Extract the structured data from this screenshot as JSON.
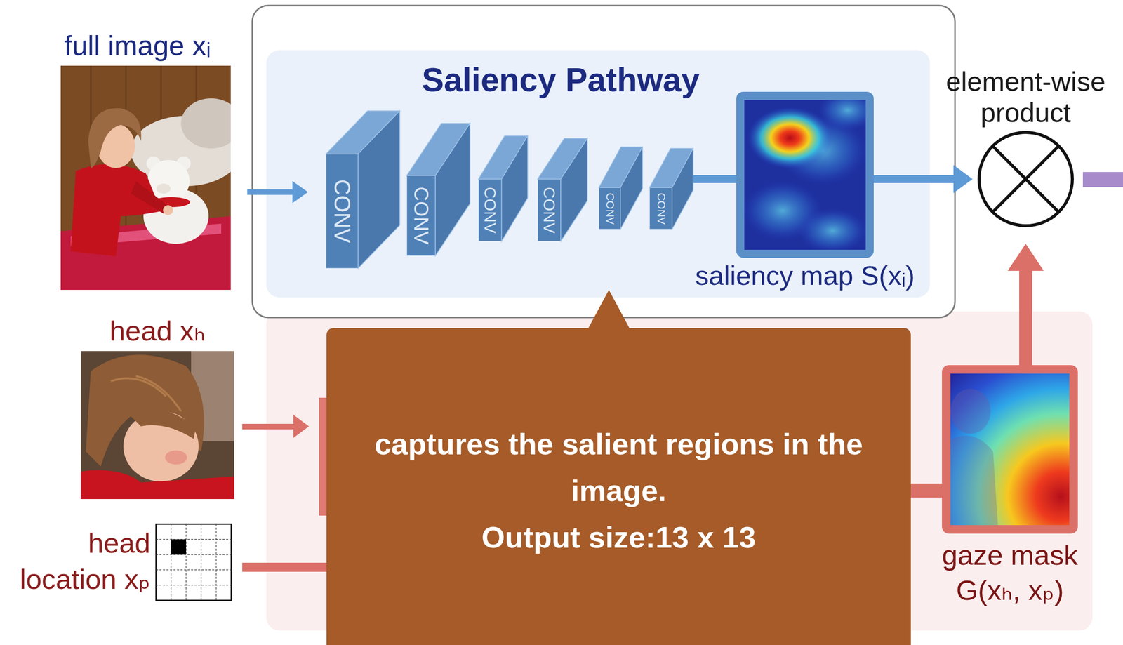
{
  "diagram": {
    "nodes": [
      {
        "text": [
          "full image xᵢ"
        ]
      },
      {
        "text": [
          "Saliency Pathway"
        ]
      },
      {
        "text": [
          "CONV"
        ],
        "in": 1
      },
      {
        "text": [
          "CONV"
        ],
        "in": 1
      },
      {
        "text": [
          "CONV"
        ],
        "in": 1
      },
      {
        "text": [
          "CONV"
        ],
        "in": 1
      },
      {
        "text": [
          "CONV"
        ],
        "in": 1
      },
      {
        "text": [
          "CONV"
        ],
        "in": 1
      },
      {
        "text": [
          "saliency map S(xᵢ)"
        ],
        "in": 1
      },
      {
        "text": [
          "element-wise product"
        ]
      },
      {
        "text": [
          "head xₕ"
        ]
      },
      {
        "text": [
          "captures the salient regions in the image.",
          "Output size:13 x 13"
        ]
      },
      {
        "text": [
          "head location xₚ"
        ]
      },
      {
        "text": [
          "gaze mask G(xₕ, xₚ)"
        ]
      }
    ],
    "edges": [
      {
        "from": 0,
        "to": 2,
        "arrow": "to"
      },
      {
        "from": 7,
        "to": 8,
        "arrow": "none"
      },
      {
        "from": 8,
        "to": 9,
        "arrow": "to"
      },
      {
        "from": 13,
        "to": 9,
        "arrow": "to"
      }
    ]
  }
}
